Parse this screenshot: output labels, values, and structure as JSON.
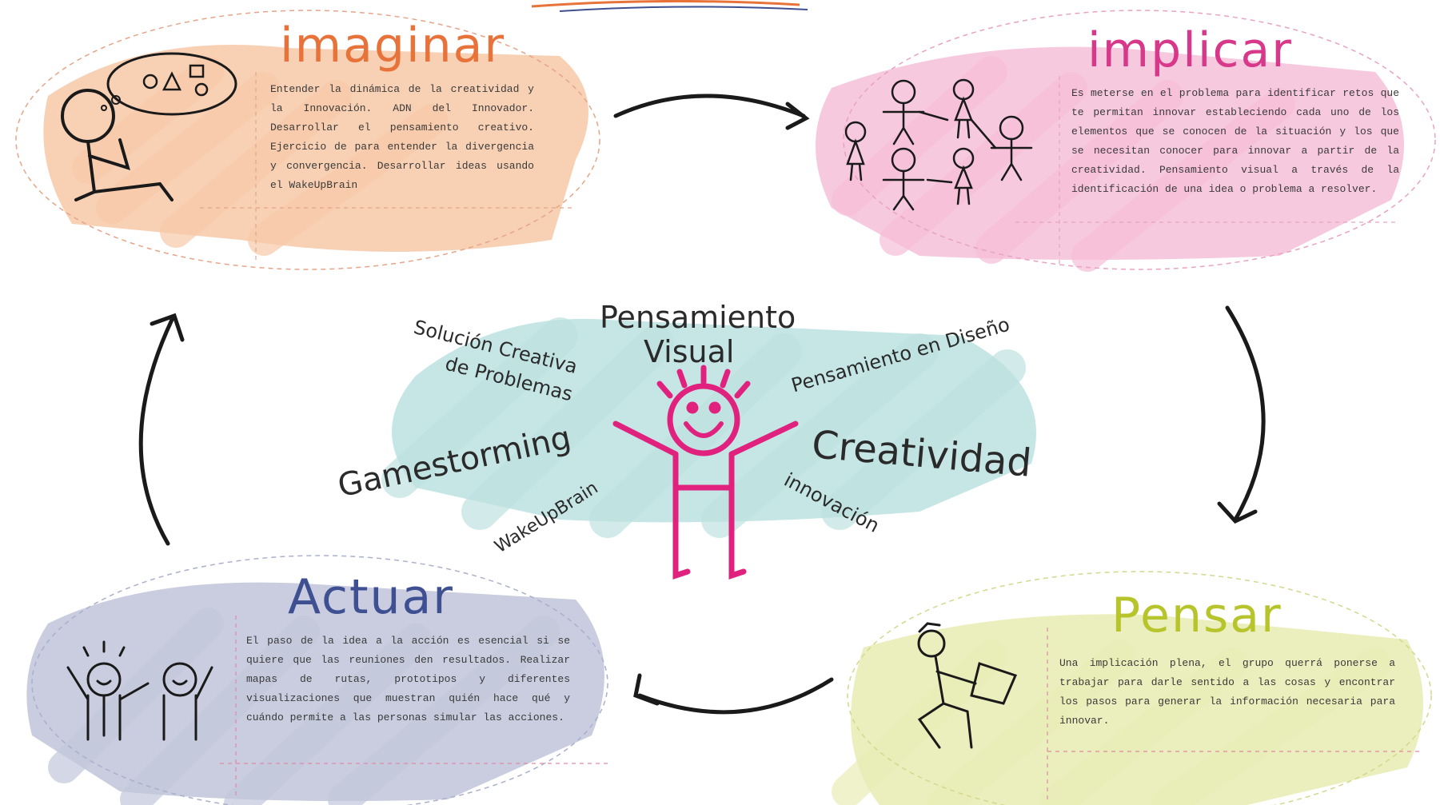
{
  "stages": {
    "imaginar": {
      "title": "imaginar",
      "text": "Entender la dinámica de la creatividad y la Innovación. ADN del Innovador. Desarrollar el pensamiento creativo. Ejercicio de para entender la divergencia y convergencia. Desarrollar ideas usando el WakeUpBrain",
      "color": "#e8733a",
      "fill": "#f7c9a8"
    },
    "implicar": {
      "title": "implicar",
      "text": "Es meterse en el problema para identificar retos que te permitan innovar estableciendo cada uno de los elementos que se conocen de la situación y los que se necesitan conocer para innovar a partir de la creatividad. Pensamiento visual a través de la identificación de una idea o problema a resolver.",
      "color": "#d8388a",
      "fill": "#f6bfd8"
    },
    "actuar": {
      "title": "Actuar",
      "text": "El paso de la idea a la acción es esencial si se quiere que las reuniones den resultados. Realizar mapas de rutas, prototipos y diferentes visualizaciones que muestran quién hace qué y cuándo permite a las personas simular las acciones.",
      "color": "#3e4f92",
      "fill": "#c3c8dc"
    },
    "pensar": {
      "title": "Pensar",
      "text": "Una implicación plena, el grupo querrá ponerse a trabajar para darle sentido a las cosas y encontrar los pasos para generar la información necesaria para innovar.",
      "color": "#b7c42b",
      "fill": "#e9edb6"
    }
  },
  "center": {
    "terms": {
      "pensamiento_visual_1": "Pensamiento",
      "pensamiento_visual_2": "Visual",
      "solucion_1": "Solución Creativa",
      "solucion_2": "de Problemas",
      "diseno": "Pensamiento en Diseño",
      "gamestorming": "Gamestorming",
      "creatividad": "Creatividad",
      "wakeupbrain": "WakeUpBrain",
      "innovacion": "innovación"
    },
    "fill": "#bfe3e2",
    "figure_color": "#e0217e"
  }
}
